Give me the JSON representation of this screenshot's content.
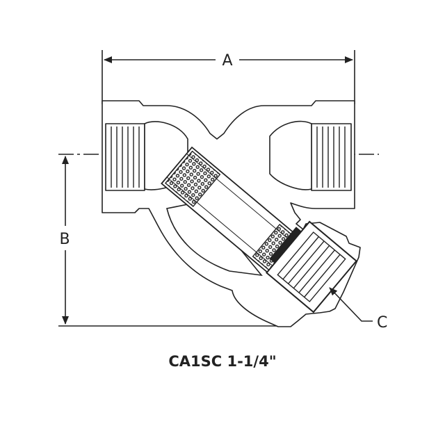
{
  "diagram": {
    "title": "CA1SC 1-1/4\"",
    "dimension_a": "A",
    "dimension_b": "B",
    "dimension_c": "C"
  },
  "colors": {
    "line": "#222222",
    "background": "#ffffff"
  }
}
